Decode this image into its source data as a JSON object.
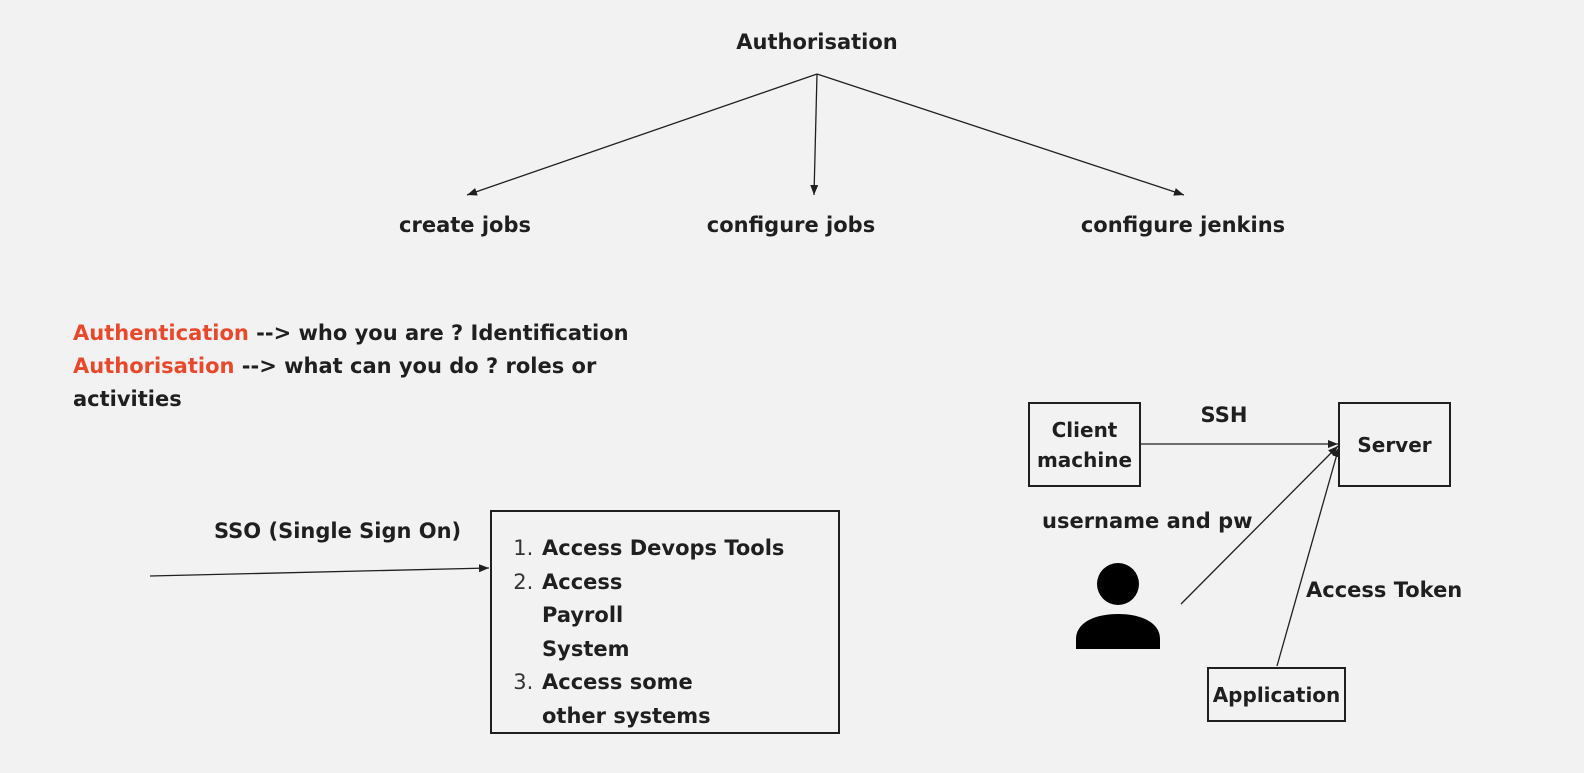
{
  "tree": {
    "root": "Authorisation",
    "children": [
      "create jobs",
      "configure jobs",
      "configure jenkins"
    ]
  },
  "definitions": {
    "line1": {
      "term": "Authentication",
      "rest": " --> who you are ? Identification"
    },
    "line2": {
      "term": "Authorisation",
      "rest": " --> what can you do ? roles or activities"
    }
  },
  "sso": {
    "label": "SSO (Single Sign On)",
    "items": [
      "Access Devops Tools",
      "Access Payroll System",
      "Access some other systems"
    ]
  },
  "auth_flow": {
    "client": "Client machine",
    "server": "Server",
    "ssh_label": "SSH",
    "user_label": "username and pw",
    "token_label": "Access Token",
    "application": "Application",
    "user_icon": "person-icon"
  },
  "colors": {
    "accent": "#e8492c",
    "text": "#1f1f1f",
    "background": "#f2f2f2"
  }
}
